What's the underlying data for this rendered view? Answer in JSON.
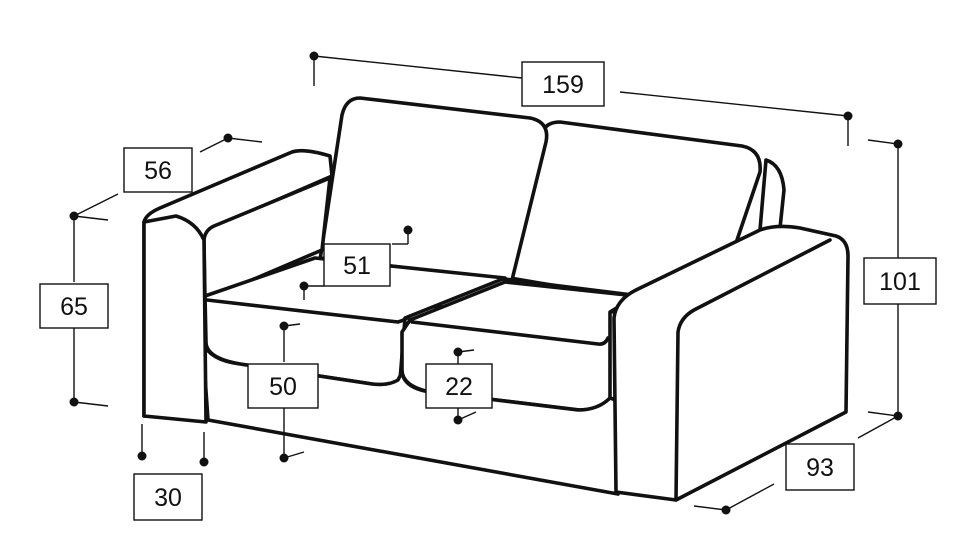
{
  "dimensions": {
    "total_width": "159",
    "armrest_depth": "56",
    "armrest_height": "65",
    "back_cushion_height": "51",
    "seat_height": "50",
    "seat_cushion_thickness": "22",
    "total_height": "101",
    "total_depth": "93",
    "leg_height": "30"
  },
  "colors": {
    "line": "#111111",
    "background": "#ffffff"
  }
}
